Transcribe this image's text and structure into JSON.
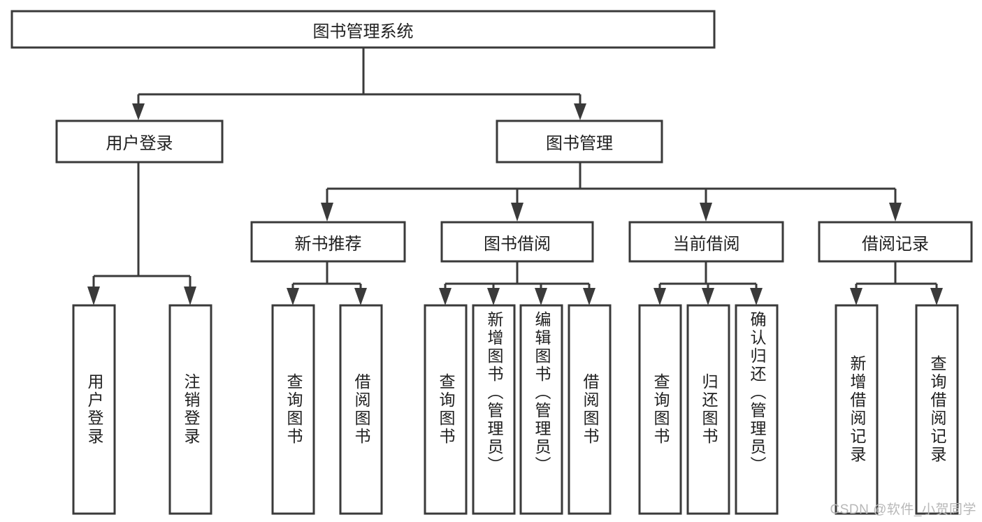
{
  "diagram": {
    "type": "tree",
    "title": "图书管理系统",
    "watermark": "CSDN @软件_小贺同学",
    "colors": {
      "stroke": "#3a3a3a",
      "fill": "#ffffff",
      "text": "#202020",
      "watermark": "#b8b8b8",
      "background": "#ffffff"
    },
    "root": {
      "label": "图书管理系统",
      "orientation": "horizontal"
    },
    "level2": [
      {
        "label": "用户登录",
        "orientation": "horizontal"
      },
      {
        "label": "图书管理",
        "orientation": "horizontal"
      }
    ],
    "level3": [
      {
        "label": "新书推荐",
        "orientation": "horizontal",
        "parent": "图书管理"
      },
      {
        "label": "图书借阅",
        "orientation": "horizontal",
        "parent": "图书管理"
      },
      {
        "label": "当前借阅",
        "orientation": "horizontal",
        "parent": "图书管理"
      },
      {
        "label": "借阅记录",
        "orientation": "horizontal",
        "parent": "图书管理"
      }
    ],
    "leaves": [
      {
        "label": "用户登录",
        "parent": "用户登录",
        "orientation": "vertical"
      },
      {
        "label": "注销登录",
        "parent": "用户登录",
        "orientation": "vertical"
      },
      {
        "label": "查询图书",
        "parent": "新书推荐",
        "orientation": "vertical"
      },
      {
        "label": "借阅图书",
        "parent": "新书推荐",
        "orientation": "vertical"
      },
      {
        "label": "查询图书",
        "parent": "图书借阅",
        "orientation": "vertical"
      },
      {
        "label": "新增图书（管理员）",
        "parent": "图书借阅",
        "orientation": "vertical"
      },
      {
        "label": "编辑图书（管理员）",
        "parent": "图书借阅",
        "orientation": "vertical"
      },
      {
        "label": "借阅图书",
        "parent": "图书借阅",
        "orientation": "vertical"
      },
      {
        "label": "查询图书",
        "parent": "当前借阅",
        "orientation": "vertical"
      },
      {
        "label": "归还图书",
        "parent": "当前借阅",
        "orientation": "vertical"
      },
      {
        "label": "确认归还（管理员）",
        "parent": "当前借阅",
        "orientation": "vertical"
      },
      {
        "label": "新增借阅记录",
        "parent": "借阅记录",
        "orientation": "vertical"
      },
      {
        "label": "查询借阅记录",
        "parent": "借阅记录",
        "orientation": "vertical"
      }
    ]
  }
}
